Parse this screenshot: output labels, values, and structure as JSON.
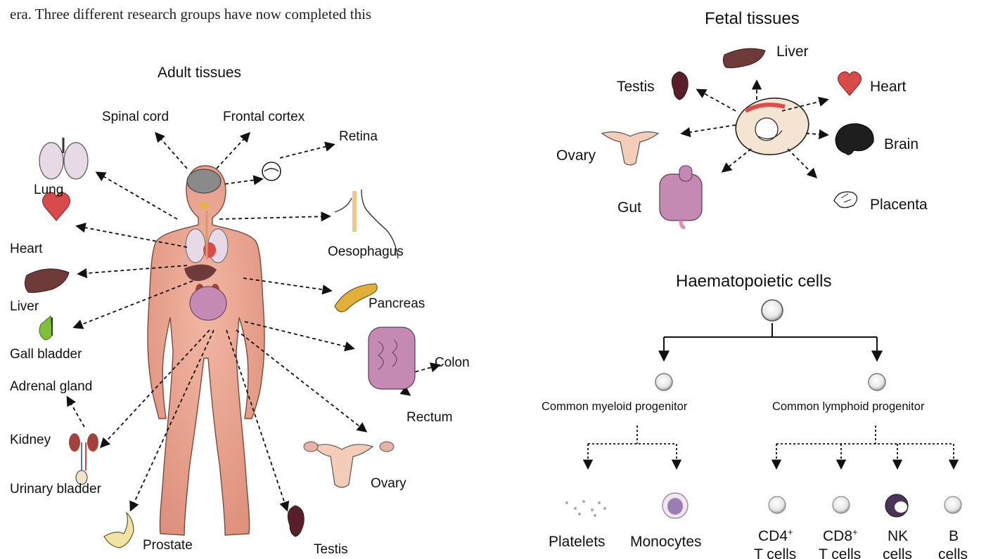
{
  "caption": {
    "top_line": "era. Three different research groups have now completed this"
  },
  "adult": {
    "title": "Adult tissues",
    "labels": {
      "spinal_cord": "Spinal cord",
      "frontal_cortex": "Frontal cortex",
      "retina": "Retina",
      "lung": "Lung",
      "heart": "Heart",
      "oesophagus": "Oesophagus",
      "liver": "Liver",
      "pancreas": "Pancreas",
      "gall_bladder": "Gall bladder",
      "colon": "Colon",
      "adrenal_gland": "Adrenal gland",
      "rectum": "Rectum",
      "kidney": "Kidney",
      "ovary": "Ovary",
      "urinary_bladder": "Urinary bladder",
      "prostate": "Prostate",
      "testis": "Testis"
    }
  },
  "fetal": {
    "title": "Fetal tissues",
    "labels": {
      "liver": "Liver",
      "testis": "Testis",
      "heart": "Heart",
      "ovary": "Ovary",
      "brain": "Brain",
      "gut": "Gut",
      "placenta": "Placenta"
    }
  },
  "haem": {
    "title": "Haematopoietic cells",
    "myeloid": "Common myeloid progenitor",
    "lymphoid": "Common lymphoid progenitor",
    "platelets": "Platelets",
    "monocytes": "Monocytes",
    "cd4_line1": "CD4",
    "cd4_sup": "+",
    "cd4_line2": "T cells",
    "cd8_line1": "CD8",
    "cd8_sup": "+",
    "cd8_line2": "T cells",
    "nk_line1": "NK",
    "nk_line2": "cells",
    "b_line1": "B",
    "b_line2": "cells"
  },
  "colors": {
    "body_fill": "#eaa38f",
    "organ_liver": "#6e3a3a",
    "organ_heart": "#d94a4a",
    "organ_lung": "#e7d9e6",
    "organ_brain": "#6a6a6a",
    "organ_gut": "#c58ab4",
    "cell_outline": "#9a9a9a",
    "monocyte": "#9b7fb3",
    "nk_cell": "#4a3558"
  }
}
